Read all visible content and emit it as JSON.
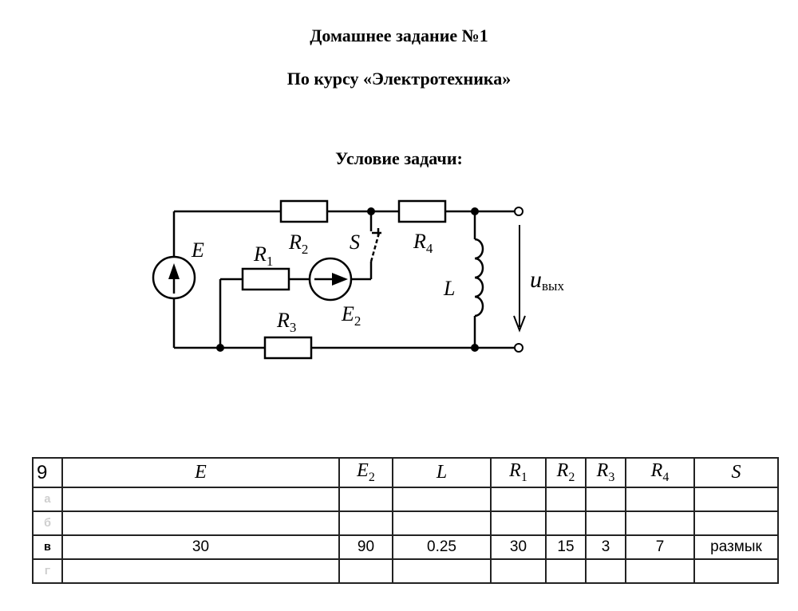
{
  "header": {
    "title": "Домашнее задание №1",
    "course": "По курсу «Электротехника»",
    "section": "Условие задачи:"
  },
  "circuit": {
    "labels": {
      "E": "E",
      "E2_main": "E",
      "E2_sub": "2",
      "R1_main": "R",
      "R1_sub": "1",
      "R2_main": "R",
      "R2_sub": "2",
      "R3_main": "R",
      "R3_sub": "3",
      "R4_main": "R",
      "R4_sub": "4",
      "S": "S",
      "L": "L",
      "u_main": "u",
      "u_sub": "вых"
    }
  },
  "table": {
    "variant": "9",
    "columns": [
      {
        "main": "E",
        "sub": ""
      },
      {
        "main": "E",
        "sub": "2"
      },
      {
        "main": "L",
        "sub": ""
      },
      {
        "main": "R",
        "sub": "1"
      },
      {
        "main": "R",
        "sub": "2"
      },
      {
        "main": "R",
        "sub": "3"
      },
      {
        "main": "R",
        "sub": "4"
      },
      {
        "main": "S",
        "sub": ""
      }
    ],
    "rows": [
      {
        "label": "а",
        "values": [
          "",
          "",
          "",
          "",
          "",
          "",
          "",
          ""
        ],
        "legible": false
      },
      {
        "label": "б",
        "values": [
          "",
          "",
          "",
          "",
          "",
          "",
          "",
          ""
        ],
        "legible": false
      },
      {
        "label": "в",
        "values": [
          "30",
          "90",
          "0.25",
          "30",
          "15",
          "3",
          "7",
          "размык"
        ],
        "legible": true
      },
      {
        "label": "г",
        "values": [
          "",
          "",
          "",
          "",
          "",
          "",
          "",
          ""
        ],
        "legible": false
      }
    ]
  }
}
